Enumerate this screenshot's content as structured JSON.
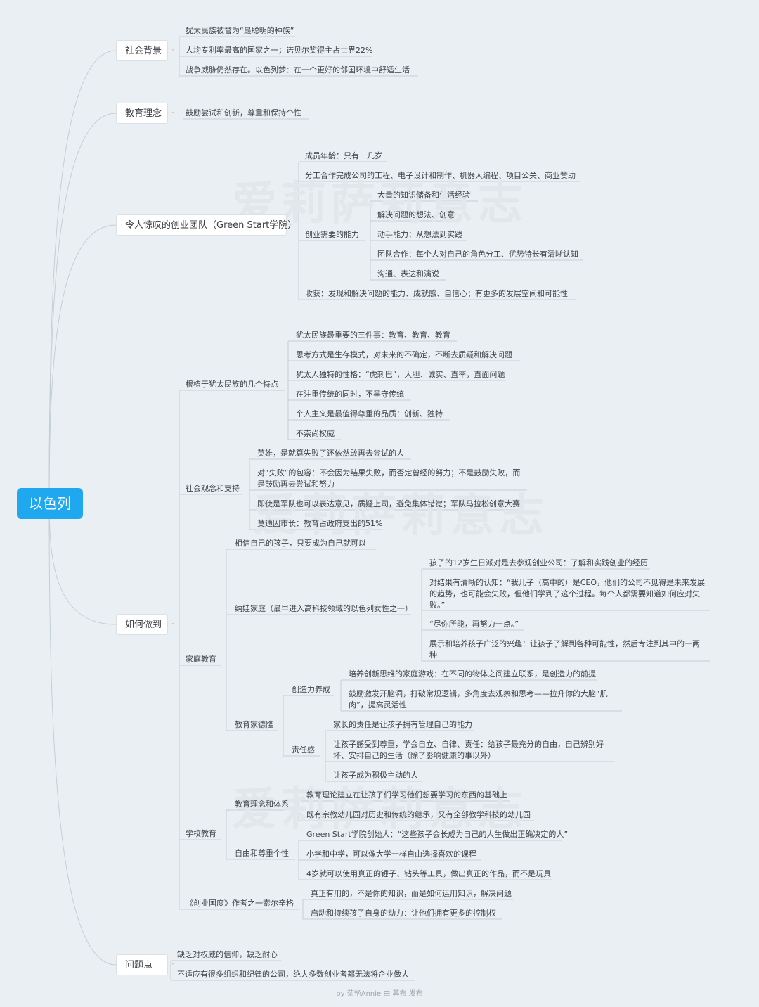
{
  "watermark": "爱莉萨莉意志",
  "root": "以色列",
  "branches": {
    "social_bg": {
      "title": "社会背景",
      "items": [
        "犹太民族被誉为“最聪明的种族”",
        "人均专利率最高的国家之一；诺贝尔奖得主占世界22%",
        "战争威胁仍然存在。以色列梦：在一个更好的邻国环境中舒适生活"
      ]
    },
    "edu_idea": {
      "title": "教育理念",
      "items": [
        "鼓励尝试和创新，尊重和保持个性"
      ]
    },
    "team": {
      "title": "令人惊叹的创业团队（Green Start学院）",
      "items": [
        "成员年龄：只有十几岁",
        "分工合作完成公司的工程、电子设计和制作、机器人编程、项目公关、商业赞助"
      ],
      "abilities": {
        "label": "创业需要的能力",
        "items": [
          "大量的知识储备和生活经验",
          "解决问题的想法、创意",
          "动手能力：从想法到实践",
          "团队合作：每个人对自己的角色分工、优势特长有清晰认知",
          "沟通、表达和演说"
        ]
      },
      "gain": "收获：发现和解决问题的能力、成就感、自信心；有更多的发展空间和可能性"
    },
    "how": {
      "title": "如何做到",
      "traits": {
        "label": "根植于犹太民族的几个特点",
        "items": [
          "犹太民族最重要的三件事：教育、教育、教育",
          "思考方式是生存模式，对未来的不确定，不断去质疑和解决问题",
          "犹太人独特的性格：“虎刺巴”，大胆、诚实、直率，直面问题",
          "在注重传统的同时，不墨守传统",
          "个人主义是最值得尊重的品质：创新、独特",
          "不崇尚权威"
        ]
      },
      "society": {
        "label": "社会观念和支持",
        "items": [
          "英雄，是就算失败了还依然敢再去尝试的人",
          "对“失败”的包容：不会因为结果失败，而否定曾经的努力；不是鼓励失败，而是鼓励再去尝试和努力",
          "即使是军队也可以表达意见，质疑上司，避免集体错觉；军队马拉松创意大赛",
          "莫迪因市长：教育占政府支出的51%"
        ]
      },
      "family": {
        "label": "家庭教育",
        "believe": "相信自己的孩子，只要成为自己就可以",
        "nawa": {
          "label": "纳娃家庭（最早进入高科技领域的以色列女性之一）",
          "items": [
            "孩子的12岁生日派对是去参观创业公司：了解和实践创业的经历",
            "对结果有清晰的认知：“我儿子（高中的）是CEO，他们的公司不见得是未来发展的趋势，也可能会失败，但他们学到了这个过程。每个人都需要知道如何应对失败。”",
            "“尽你所能，再努力一点。”",
            "展示和培养孩子广泛的兴趣：让孩子了解到各种可能性，然后专注到其中的一两种"
          ]
        },
        "delong": {
          "label": "教育家德隆",
          "creativity": {
            "label": "创造力养成",
            "items": [
              "培养创新思维的家庭游戏：在不同的物体之间建立联系，是创造力的前提",
              "鼓励激发开脑洞，打破常规逻辑，多角度去观察和思考——拉升你的大脑“肌肉”，提高灵活性"
            ]
          },
          "responsibility": {
            "label": "责任感",
            "items": [
              "家长的责任是让孩子拥有管理自己的能力",
              "让孩子感受到尊重，学会自立、自律、责任：给孩子最充分的自由，自己辨别好坏、安排自己的生活（除了影响健康的事以外）",
              "让孩子成为积极主动的人"
            ]
          }
        }
      },
      "school": {
        "label": "学校教育",
        "system": {
          "label": "教育理念和体系",
          "items": [
            "教育理论建立在让孩子们学习他们想要学习的东西的基础上",
            "既有宗教幼儿园对历史和传统的继承，又有全部教学科技的幼儿园"
          ]
        },
        "freedom": {
          "label": "自由和尊重个性",
          "items": [
            "Green Start学院创始人：“这些孩子会长成为自己的人生做出正确决定的人”",
            "小学和中学，可以像大学一样自由选择喜欢的课程",
            "4岁就可以使用真正的锤子、钻头等工具，做出真正的作品，而不是玩具"
          ]
        }
      },
      "author": {
        "label": "《创业国度》作者之一索尔辛格",
        "items": [
          "真正有用的，不是你的知识，而是如何运用知识，解决问题",
          "启动和持续孩子自身的动力：让他们拥有更多的控制权"
        ]
      }
    },
    "problems": {
      "title": "问题点",
      "items": [
        "缺乏对权威的信仰，缺乏耐心",
        "不适应有很多组织和纪律的公司，绝大多数创业者都无法将企业做大"
      ]
    }
  },
  "footer": "by 菊艳Annie 由 幕布 发布",
  "colors": {
    "root": "#1fa8ef",
    "line": "#c4ced6",
    "text": "#3d444a",
    "bg": "#eaeff3"
  }
}
